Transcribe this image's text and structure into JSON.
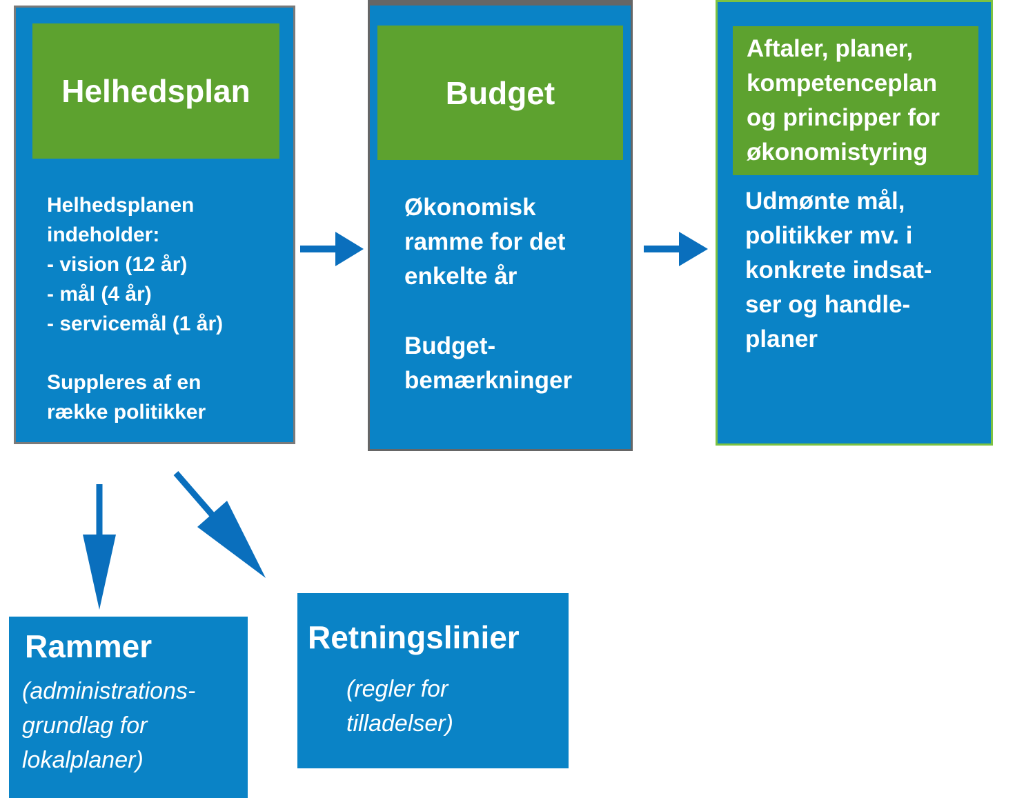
{
  "boxes": {
    "helhedsplan": {
      "title": "Helhedsplan",
      "text": "Helhedsplanen\nindeholder:\n- vision (12 år)\n- mål (4 år)\n- servicemål (1 år)",
      "text2": "Suppleres af en\nrække politikker"
    },
    "budget": {
      "title": "Budget",
      "text": "Økonomisk\nramme for det\nenkelte år",
      "text2": "Budget-\nbemærkninger"
    },
    "aftaler": {
      "title": "Aftaler, planer,\nkompetenceplan\nog principper for\nøkonomistyring",
      "text": "Udmønte mål,\npolitikker mv. i\nkonkrete indsat-\nser og handle-\nplaner"
    },
    "rammer": {
      "title": "Rammer",
      "note": "(administrations-\ngrundlag for\nlokalplaner)"
    },
    "retningslinier": {
      "title": "Retningslinier",
      "note": "(regler for\ntilladelser)"
    }
  },
  "colors": {
    "box_blue": "#0a83c6",
    "header_green": "#5da22f",
    "arrow_blue": "#0a6fbd",
    "text": "#ffffff"
  }
}
